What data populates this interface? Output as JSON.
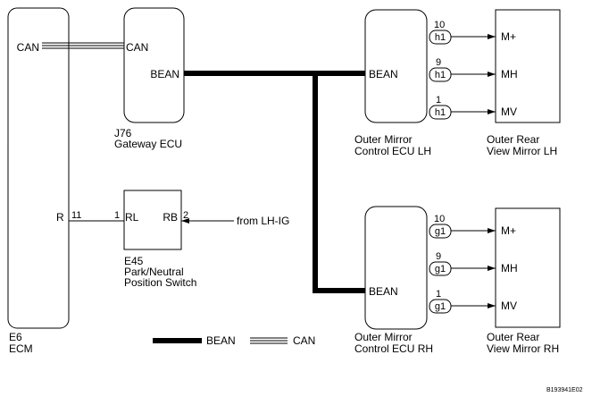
{
  "ecm": {
    "code": "E6",
    "name": "ECM",
    "pin_can": "CAN",
    "pin_r": "R"
  },
  "gateway": {
    "code": "J76",
    "name": "Gateway ECU",
    "pin_can": "CAN",
    "pin_bean": "BEAN"
  },
  "switch": {
    "code": "E45",
    "name_line1": "Park/Neutral",
    "name_line2": "Position Switch",
    "pin_rl": "RL",
    "pin_rb": "RB",
    "pin_num_rl": "1",
    "pin_num_rb": "2",
    "ecm_pin_num": "11",
    "source": "from LH-IG"
  },
  "ecu_lh": {
    "pin_bean": "BEAN",
    "name_line1": "Outer Mirror",
    "name_line2": "Control ECU LH"
  },
  "ecu_rh": {
    "pin_bean": "BEAN",
    "name_line1": "Outer Mirror",
    "name_line2": "Control ECU RH"
  },
  "mirror_lh": {
    "name_line1": "Outer Rear",
    "name_line2": "View Mirror LH"
  },
  "mirror_rh": {
    "name_line1": "Outer Rear",
    "name_line2": "View Mirror RH"
  },
  "connections_lh": [
    {
      "connector": "h1",
      "pin": "10",
      "terminal": "M+"
    },
    {
      "connector": "h1",
      "pin": "9",
      "terminal": "MH"
    },
    {
      "connector": "h1",
      "pin": "1",
      "terminal": "MV"
    }
  ],
  "connections_rh": [
    {
      "connector": "g1",
      "pin": "10",
      "terminal": "M+"
    },
    {
      "connector": "g1",
      "pin": "9",
      "terminal": "MH"
    },
    {
      "connector": "g1",
      "pin": "1",
      "terminal": "MV"
    }
  ],
  "legend": {
    "bean": "BEAN",
    "can": "CAN"
  },
  "figure_code": "B193941E02"
}
